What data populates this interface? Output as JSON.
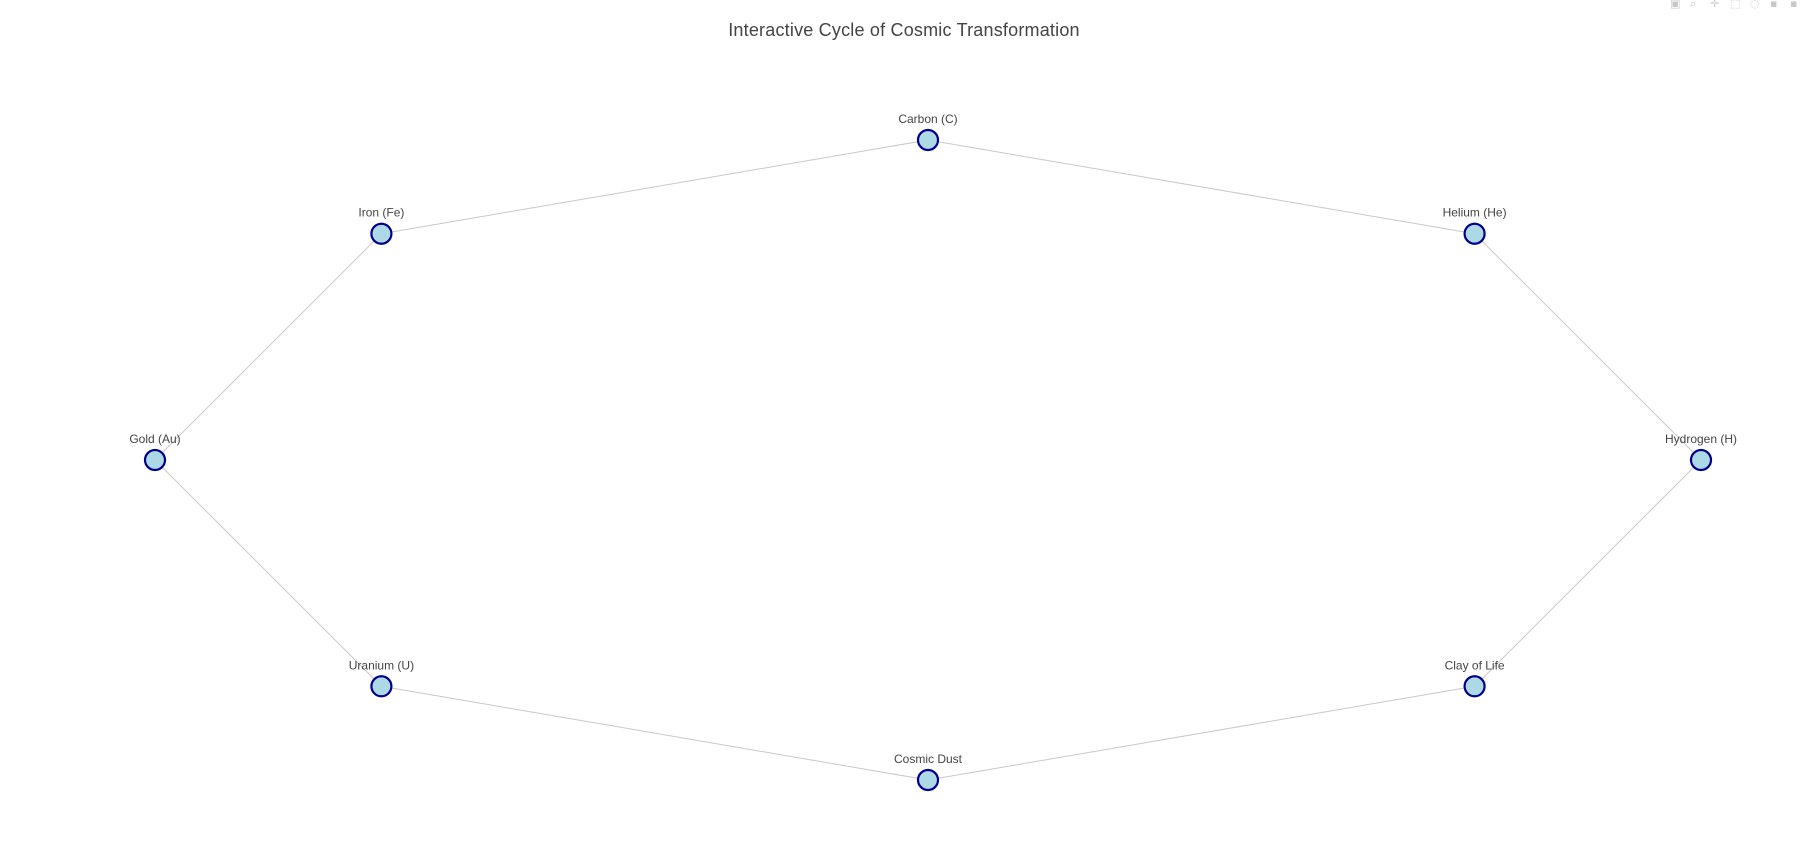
{
  "title": "Interactive Cycle of Cosmic Transformation",
  "modebar": {
    "icons": [
      "camera-icon",
      "zoom-icon",
      "pan-icon",
      "box-select-icon",
      "lasso-icon",
      "zoom-in-icon",
      "zoom-out-icon"
    ]
  },
  "colors": {
    "node_fill": "#add8e6",
    "node_stroke": "#00008b",
    "edge": "#c8c8c8",
    "text": "#444444"
  },
  "nodes": [
    {
      "id": "hydrogen",
      "label": "Hydrogen (H)"
    },
    {
      "id": "helium",
      "label": "Helium (He)"
    },
    {
      "id": "carbon",
      "label": "Carbon (C)"
    },
    {
      "id": "iron",
      "label": "Iron (Fe)"
    },
    {
      "id": "gold",
      "label": "Gold (Au)"
    },
    {
      "id": "uranium",
      "label": "Uranium (U)"
    },
    {
      "id": "cosmic-dust",
      "label": "Cosmic Dust"
    },
    {
      "id": "clay-of-life",
      "label": "Clay of Life"
    }
  ],
  "edges": [
    [
      "hydrogen",
      "helium"
    ],
    [
      "helium",
      "carbon"
    ],
    [
      "carbon",
      "iron"
    ],
    [
      "iron",
      "gold"
    ],
    [
      "gold",
      "uranium"
    ],
    [
      "uranium",
      "cosmic-dust"
    ],
    [
      "cosmic-dust",
      "clay-of-life"
    ],
    [
      "clay-of-life",
      "hydrogen"
    ]
  ]
}
